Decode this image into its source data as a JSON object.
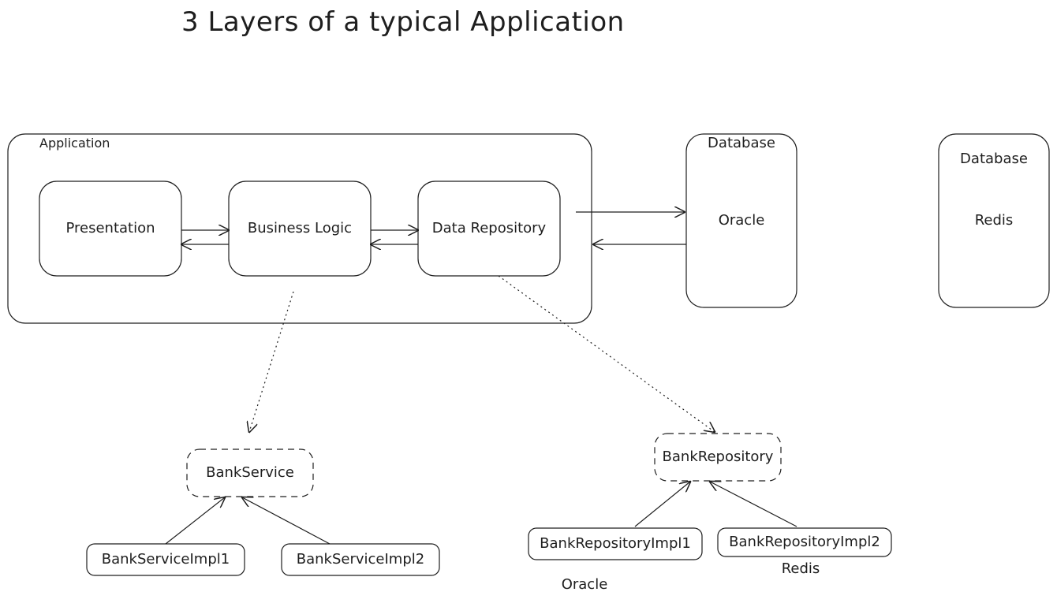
{
  "diagram": {
    "title": "3 Layers of a typical Application",
    "containers": {
      "application": "Application",
      "database_oracle": "Database",
      "database_redis": "Database"
    },
    "boxes": {
      "presentation": "Presentation",
      "business_logic": "Business Logic",
      "data_repository": "Data Repository",
      "oracle": "Oracle",
      "redis": "Redis",
      "bank_service": "BankService",
      "bank_service_impl1": "BankServiceImpl1",
      "bank_service_impl2": "BankServiceImpl2",
      "bank_repository": "BankRepository",
      "bank_repository_impl1": "BankRepositoryImpl1",
      "bank_repository_impl2": "BankRepositoryImpl2"
    },
    "notes": {
      "impl1_db": "Oracle",
      "impl2_db": "Redis"
    },
    "stroke_color": "#1e1e1e",
    "background_color": "#ffffff"
  }
}
